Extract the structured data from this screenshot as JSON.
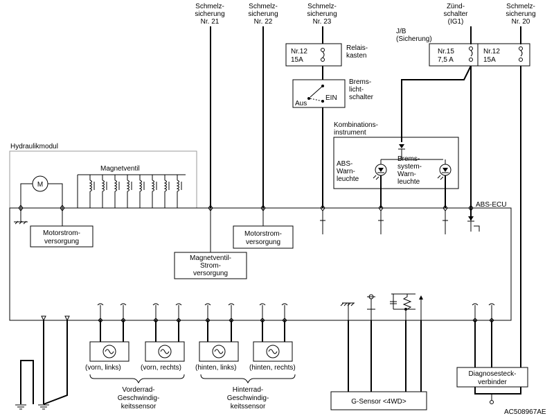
{
  "fuses": {
    "f21": [
      "Schmelz-",
      "sicherung",
      "Nr. 21"
    ],
    "f22": [
      "Schmelz-",
      "sicherung",
      "Nr. 22"
    ],
    "f23": [
      "Schmelz-",
      "sicherung",
      "Nr. 23"
    ],
    "ig1": [
      "Zünd-",
      "schalter",
      "(IG1)"
    ],
    "f20": [
      "Schmelz-",
      "sicherung",
      "Nr. 20"
    ]
  },
  "relay": {
    "label": [
      "Relais-",
      "kasten"
    ],
    "fuse_no": "Nr.12",
    "fuse_amp": "15A"
  },
  "jb": {
    "label": [
      "J/B",
      "(Sicherung)"
    ],
    "fuse1_no": "Nr.15",
    "fuse1_amp": "7,5 A",
    "fuse2_no": "Nr.12",
    "fuse2_amp": "15A"
  },
  "brake_switch": {
    "label": [
      "Brems-",
      "licht-",
      "schalter"
    ],
    "on": "EIN",
    "off": "Aus"
  },
  "combination": {
    "label": [
      "Kombinations-",
      "instrument"
    ],
    "abs_lamp": [
      "ABS-",
      "Warn-",
      "leuchte"
    ],
    "brake_lamp": [
      "Brems-",
      "system-",
      "Warn-",
      "leuchte"
    ]
  },
  "hydraulic": {
    "title": "Hydraulikmodul",
    "valve": "Magnetventil",
    "motor": "M"
  },
  "ecu": {
    "label": "ABS-ECU",
    "motor_supply_1": [
      "Motorstrom-",
      "versorgung"
    ],
    "motor_supply_2": [
      "Motorstrom-",
      "versorgung"
    ],
    "valve_supply": [
      "Magnetventil-",
      "Strom-",
      "versorgung"
    ]
  },
  "sensors": {
    "fl": "(vorn, links)",
    "fr": "(vorn, rechts)",
    "rl": "(hinten, links)",
    "rr": "(hinten, rechts)",
    "front": [
      "Vorderrad-",
      "Geschwindig-",
      "keitssensor"
    ],
    "rear": [
      "Hinterrad-",
      "Geschwindig-",
      "keitssensor"
    ]
  },
  "gsensor": "G-Sensor <4WD>",
  "diag": [
    "Diagnosesteck-",
    "verbinder"
  ],
  "code": "AC508967AE"
}
